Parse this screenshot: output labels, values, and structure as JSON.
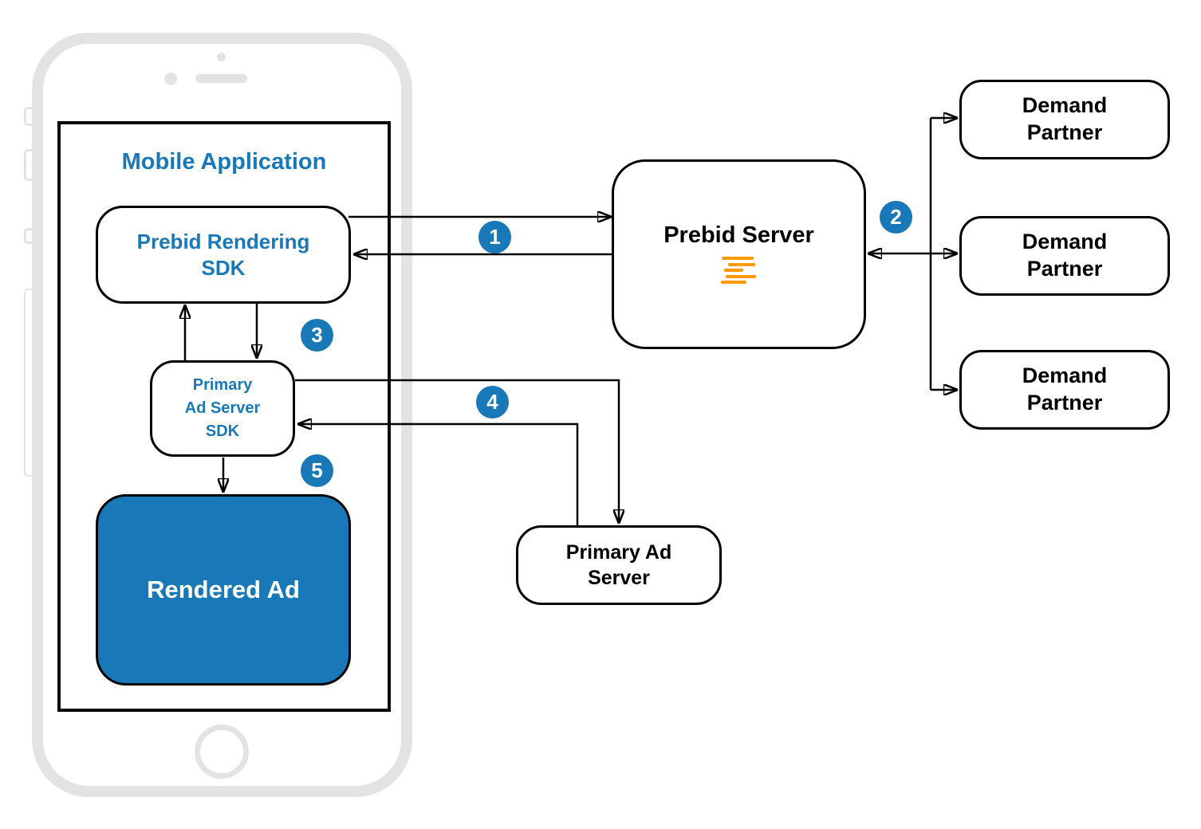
{
  "colors": {
    "accent_blue": "#1878b8",
    "logo_orange": "#ff9900",
    "line_black": "#000000",
    "phone_gray": "#e3e3e6"
  },
  "nodes": {
    "mobile_application": {
      "label": "Mobile Application"
    },
    "prebid_rendering_sdk": {
      "label": "Prebid Rendering\nSDK"
    },
    "primary_ad_server_sdk": {
      "label": "Primary\nAd Server\nSDK"
    },
    "rendered_ad": {
      "label": "Rendered Ad"
    },
    "prebid_server": {
      "label": "Prebid Server"
    },
    "demand_partner_1": {
      "label": "Demand\nPartner"
    },
    "demand_partner_2": {
      "label": "Demand\nPartner"
    },
    "demand_partner_3": {
      "label": "Demand\nPartner"
    },
    "primary_ad_server": {
      "label": "Primary Ad\nServer"
    }
  },
  "steps": [
    "1",
    "2",
    "3",
    "4",
    "5"
  ]
}
